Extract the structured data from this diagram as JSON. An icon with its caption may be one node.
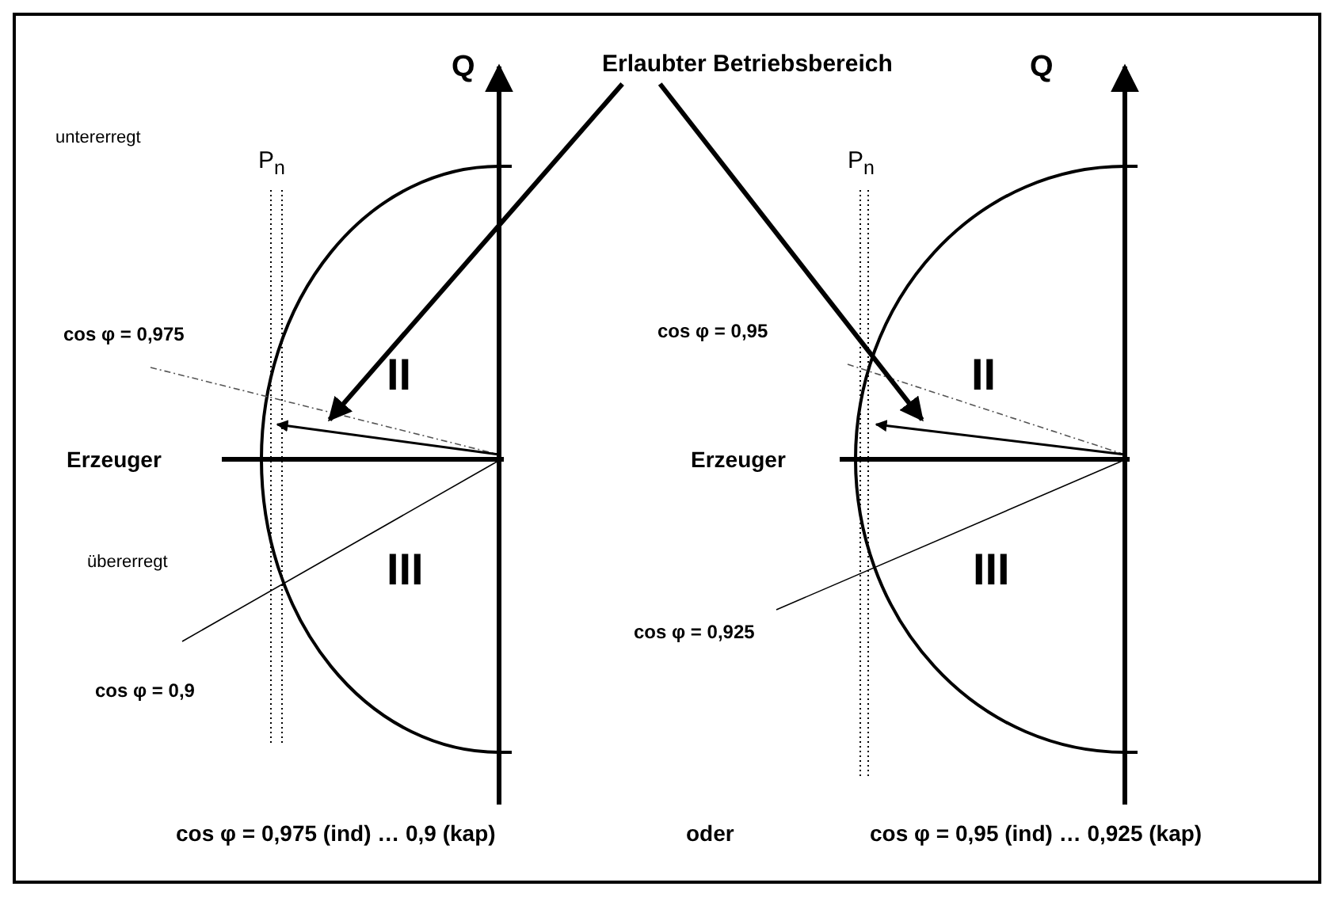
{
  "diagram": {
    "nodes": [
      {
        "text": [
          "Erlaubter Betriebsbereich"
        ]
      },
      {
        "text": [],
        "shape": "picture"
      },
      {
        "text": [],
        "shape": "picture"
      }
    ],
    "edges": [
      {
        "from": 0,
        "to": 1,
        "arrow": "to"
      },
      {
        "from": 0,
        "to": 2,
        "arrow": "to"
      }
    ],
    "labels": [
      "Q",
      "untererregt",
      "P$_{n}$",
      "cos φ = 0,975",
      "II",
      "Erzeuger",
      "übererregt",
      "III",
      "cos φ = 0,9",
      "Q",
      "P$_{n}$",
      "cos φ = 0,95",
      "II",
      "Erzeuger",
      "III",
      "cos φ = 0,925",
      "cos φ = 0,975 (ind) … 0,9 (kap)",
      "oder",
      "cos φ = 0,95 (ind) … 0,925 (kap)"
    ]
  }
}
